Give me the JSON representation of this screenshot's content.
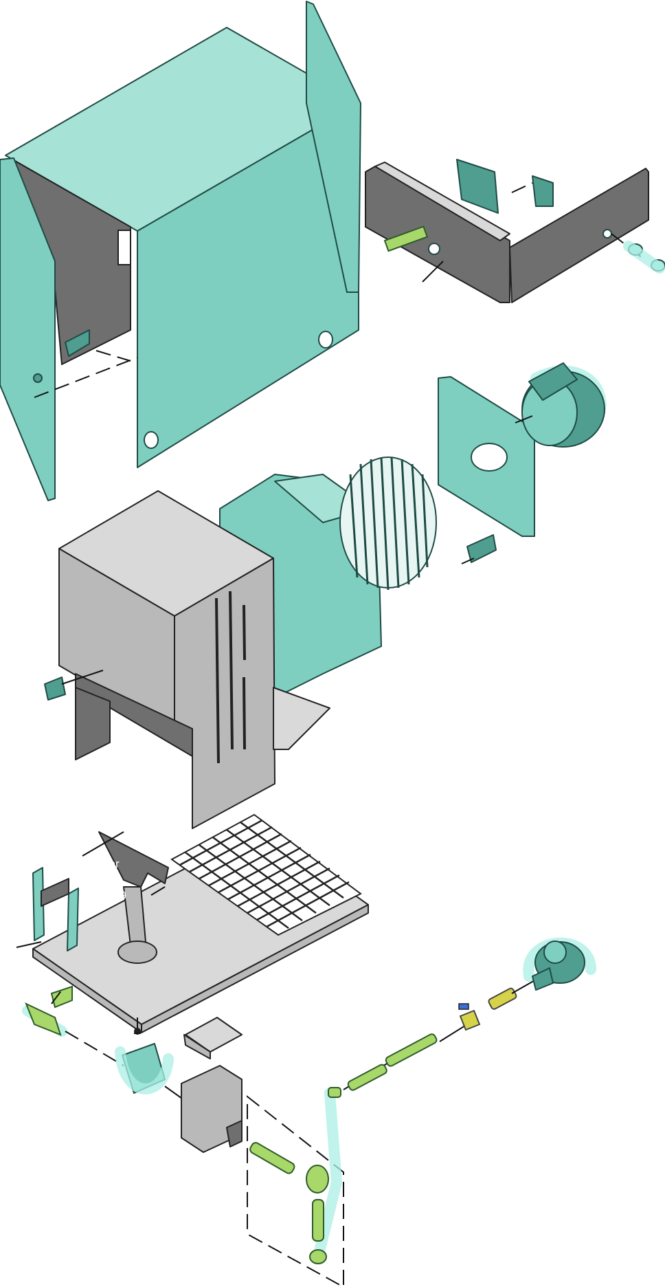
{
  "labels": {
    "igniter_line1": "iter",
    "igniter_line2": "01,",
    "igniter_line3": "39"
  },
  "colors": {
    "highlight_teal": "#7fcfc0",
    "sheet_metal_grey": "#b9b9b9",
    "glow": "#a9efe4",
    "brass": "#d6d34a"
  }
}
